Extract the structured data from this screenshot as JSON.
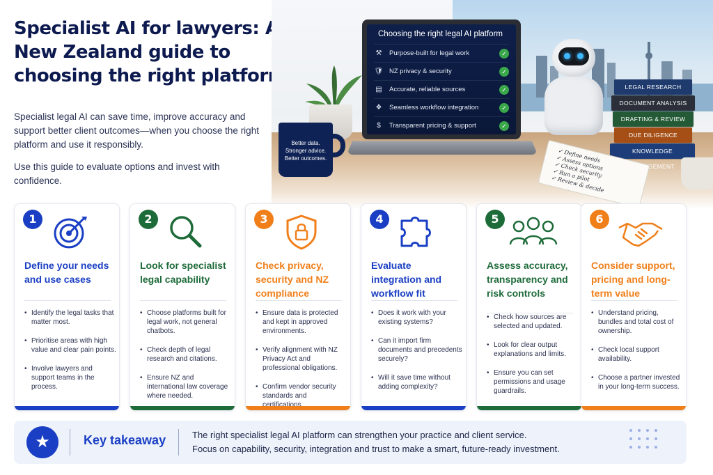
{
  "header": {
    "title": "Specialist AI for lawyers: A New Zealand guide to choosing the right platform",
    "intro_1": "Specialist legal AI can save time, improve accuracy and support better client outcomes—when you choose the right platform and use it responsibly.",
    "intro_2": "Use this guide to evaluate options and invest with confidence."
  },
  "scene": {
    "laptop_title": "Choosing the right legal AI platform",
    "laptop_items": [
      {
        "icon": "gavel-icon",
        "label": "Purpose-built for legal work"
      },
      {
        "icon": "shield-lock-icon",
        "label": "NZ privacy & security"
      },
      {
        "icon": "document-icon",
        "label": "Accurate, reliable sources"
      },
      {
        "icon": "puzzle-icon",
        "label": "Seamless workflow integration"
      },
      {
        "icon": "dollar-icon",
        "label": "Transparent pricing & support"
      }
    ],
    "mug_text": [
      "Better data.",
      "Stronger advice.",
      "Better outcomes."
    ],
    "books": [
      "LEGAL RESEARCH",
      "DOCUMENT ANALYSIS",
      "DRAFTING & REVIEW",
      "DUE DILIGENCE",
      "KNOWLEDGE MANAGEMENT"
    ],
    "notepad": [
      "Define needs",
      "Assess options",
      "Check security",
      "Run a pilot",
      "Review & decide"
    ]
  },
  "cards": [
    {
      "num": "1",
      "color": "#1a3fc4",
      "icon": "target-icon",
      "title": "Define your needs and use cases",
      "bullets": [
        "Identify the legal tasks that matter most.",
        "Prioritise areas with high value and clear pain points.",
        "Involve lawyers and support teams in the process."
      ]
    },
    {
      "num": "2",
      "color": "#1e6b3a",
      "icon": "magnifier-icon",
      "title": "Look for specialist legal capability",
      "bullets": [
        "Choose platforms built for legal work, not general chatbots.",
        "Check depth of legal research and citations.",
        "Ensure NZ and international law coverage where needed."
      ]
    },
    {
      "num": "3",
      "color": "#f07f1a",
      "icon": "shield-lock-icon",
      "title": "Check privacy, security and NZ compliance",
      "bullets": [
        "Ensure data is protected and kept in approved environments.",
        "Verify alignment with NZ Privacy Act and professional obligations.",
        "Confirm vendor security standards and certifications."
      ]
    },
    {
      "num": "4",
      "color": "#1a3fc4",
      "icon": "puzzle-icon",
      "title": "Evaluate integration and workflow fit",
      "bullets": [
        "Does it work with your existing systems?",
        "Can it import firm documents and precedents securely?",
        "Will it save time without adding complexity?"
      ]
    },
    {
      "num": "5",
      "color": "#1e6b3a",
      "icon": "people-icon",
      "title": "Assess accuracy, transparency and risk controls",
      "bullets": [
        "Check how sources are selected and updated.",
        "Look for clear output explanations and limits.",
        "Ensure you can set permissions and usage guardrails."
      ]
    },
    {
      "num": "6",
      "color": "#f07f1a",
      "icon": "handshake-icon",
      "title": "Consider support, pricing and long-term value",
      "bullets": [
        "Understand pricing, bundles and total cost of ownership.",
        "Check local support availability.",
        "Choose a partner invested in your long-term success."
      ]
    }
  ],
  "takeaway": {
    "label": "Key takeaway",
    "line_1": "The right specialist legal AI platform can strengthen your practice and client service.",
    "line_2": "Focus on capability, security, integration and trust to make a smart, future-ready investment."
  }
}
